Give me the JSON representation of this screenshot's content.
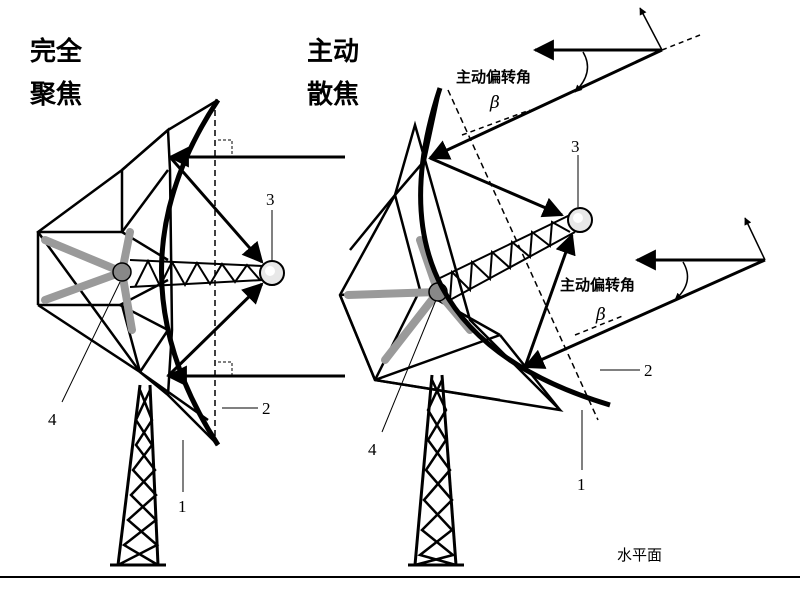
{
  "left": {
    "title_line1": "完全",
    "title_line2": "聚焦",
    "labels": {
      "one": "1",
      "two": "2",
      "three": "3",
      "four": "4"
    }
  },
  "right": {
    "title_line1": "主动",
    "title_line2": "散焦",
    "deflection_label_top": "主动偏转角",
    "deflection_label_bottom": "主动偏转角",
    "beta_top": "β",
    "beta_bottom": "β",
    "labels": {
      "one": "1",
      "two": "2",
      "three": "3",
      "four": "4"
    }
  },
  "ground_label": "水平面"
}
